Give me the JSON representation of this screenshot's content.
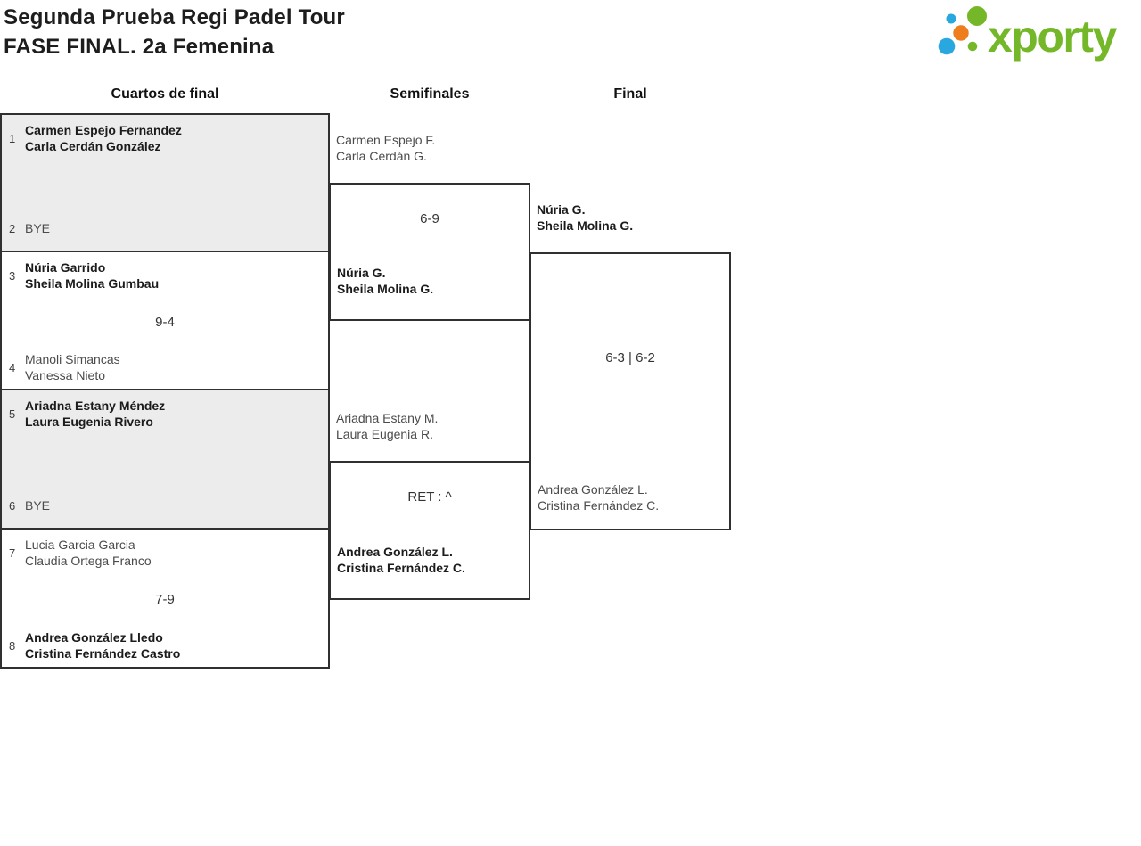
{
  "header": {
    "title_line1": "Segunda Prueba Regi Padel Tour",
    "title_line2": "FASE FINAL. 2a Femenina",
    "logo_text": "xporty"
  },
  "columns": [
    "Cuartos de final",
    "Semifinales",
    "Final"
  ],
  "colors": {
    "brand_green": "#74b829",
    "brand_blue": "#29a8e0",
    "brand_orange": "#ee7d1e",
    "box_border": "#303030",
    "shaded_match_bg": "#ececec",
    "winner_text": "#1b1b1b",
    "loser_text": "#4b4b4b"
  },
  "bracket": {
    "quarterfinals": [
      {
        "shaded": true,
        "bye": true,
        "score": "",
        "top": {
          "seed": "1",
          "players": [
            "Carmen Espejo Fernandez",
            "Carla Cerdán González"
          ],
          "winner": true
        },
        "bottom": {
          "seed": "2",
          "players": [
            "BYE"
          ],
          "winner": false
        }
      },
      {
        "shaded": false,
        "bye": false,
        "score": "9-4",
        "top": {
          "seed": "3",
          "players": [
            "Núria Garrido",
            "Sheila Molina Gumbau"
          ],
          "winner": true
        },
        "bottom": {
          "seed": "4",
          "players": [
            "Manoli Simancas",
            "Vanessa Nieto"
          ],
          "winner": false
        }
      },
      {
        "shaded": true,
        "bye": true,
        "score": "",
        "top": {
          "seed": "5",
          "players": [
            "Ariadna Estany Méndez",
            "Laura Eugenia Rivero"
          ],
          "winner": true
        },
        "bottom": {
          "seed": "6",
          "players": [
            "BYE"
          ],
          "winner": false
        }
      },
      {
        "shaded": false,
        "bye": false,
        "score": "7-9",
        "top": {
          "seed": "7",
          "players": [
            "Lucia Garcia Garcia",
            "Claudia Ortega Franco"
          ],
          "winner": false
        },
        "bottom": {
          "seed": "8",
          "players": [
            "Andrea González Lledo",
            "Cristina Fernández Castro"
          ],
          "winner": true
        }
      }
    ],
    "semifinals": [
      {
        "score": "6-9",
        "top": {
          "players": [
            "Carmen Espejo F.",
            "Carla Cerdán G."
          ],
          "winner": false
        },
        "bottom": {
          "players": [
            "Núria G.",
            "Sheila Molina G."
          ],
          "winner": true
        }
      },
      {
        "score": "RET : ^",
        "top": {
          "players": [
            "Ariadna Estany M.",
            "Laura Eugenia R."
          ],
          "winner": false
        },
        "bottom": {
          "players": [
            "Andrea González L.",
            "Cristina Fernández C."
          ],
          "winner": true
        }
      }
    ],
    "final": {
      "score": "6-3 | 6-2",
      "top": {
        "players": [
          "Núria G.",
          "Sheila Molina G."
        ],
        "winner": true
      },
      "bottom": {
        "players": [
          "Andrea González L.",
          "Cristina Fernández C."
        ],
        "winner": false
      }
    }
  }
}
